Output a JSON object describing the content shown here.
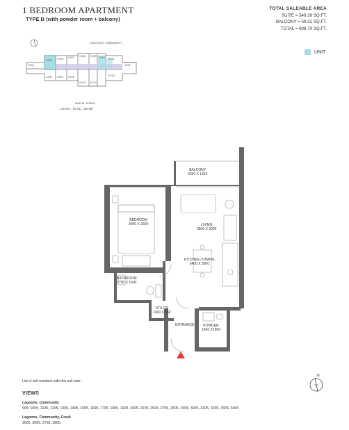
{
  "header": {
    "title": "1 BEDROOM APARTMENT",
    "subtitle": "TYPE B (with powder room + balcony)"
  },
  "area": {
    "heading": "TOTAL SALEABLE AREA",
    "suite": "SUITE = 549.39 SQ.FT.",
    "balcony": "BALCONY = 59.31 SQ.FT.",
    "total": "TOTAL = 608.70 SQ.FT."
  },
  "legend": {
    "label": "UNIT",
    "color": "#a7dde3"
  },
  "keyplan": {
    "top_label": "LAGOONS, COMMUNITY",
    "bottom_label": "NAD AL SHEBA",
    "level": "LEVEL - (9-21), (26-36)",
    "unit_codes": {
      "u1": "XX04",
      "u2": "XX05",
      "u3": "XX06",
      "u4": "XX07",
      "u5": "XX08",
      "u6": "XX09",
      "u7": "XX10",
      "u8": "XX11",
      "u9": "XX12",
      "u10": "XX13",
      "u11": "XX14",
      "u12": "XX15",
      "u13": "XX01",
      "u14": "XX02",
      "u15": "XX03"
    }
  },
  "rooms": {
    "balcony": {
      "name": "BALCONY",
      "dim": "3350 X 1350"
    },
    "bedroom": {
      "name": "BEDROOM",
      "dim": "3050 X 3300"
    },
    "living": {
      "name": "LIVING",
      "dim": "3500 X 3000"
    },
    "kitchen": {
      "name": "KITCHEN / DINING",
      "dim": "3400 X 3000"
    },
    "bathroom": {
      "name": "BATHROOM",
      "dim": "2750 X 1600"
    },
    "utility": {
      "name": "UTILITY",
      "dim": "1000 X 850"
    },
    "entrance": {
      "name": "ENTRANCE"
    },
    "powder": {
      "name": "POWDER",
      "dim": "1450 X1600"
    }
  },
  "compass": {
    "letter": "N"
  },
  "footer": {
    "note": "List of unit numbers with this unit plan:",
    "views_heading": "VIEWS",
    "group1_title": "Lagoons, Community",
    "group1_units": "905, 1005, 1105, 1205, 1305, 1405, 1505, 1605, 1705, 1805, 1905, 2005, 2105, 2605, 2705, 2805, 2905, 3005, 3105, 3205, 3305, 3405",
    "group2_title": "Lagoons, Community, Creek",
    "group2_units": "3505, 3605, 3705, 3805"
  }
}
